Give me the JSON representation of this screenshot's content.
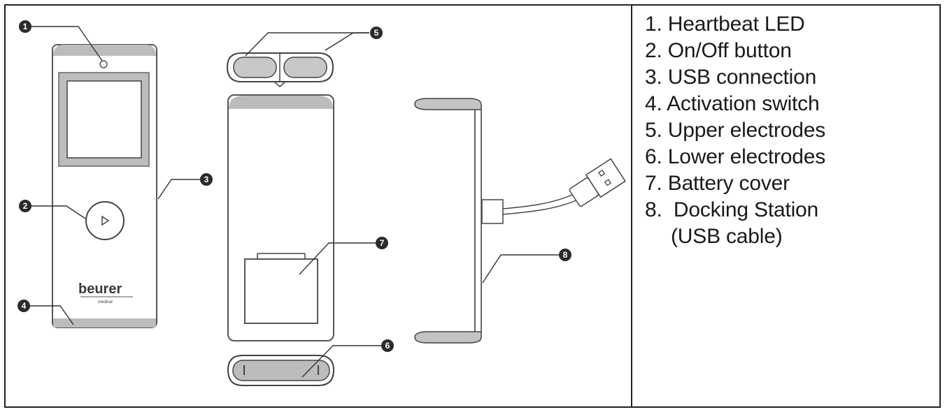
{
  "diagram": {
    "brand": {
      "name": "beurer",
      "subtext": "medical"
    },
    "callouts": [
      "1",
      "2",
      "3",
      "4",
      "5",
      "6",
      "7",
      "8"
    ],
    "legend": [
      {
        "text": "1. Heartbeat LED"
      },
      {
        "text": "2. On/Off button"
      },
      {
        "text": "3. USB connection"
      },
      {
        "text": "4. Activation switch"
      },
      {
        "text": "5. Upper electrodes"
      },
      {
        "text": "6. Lower electrodes"
      },
      {
        "text": "7. Battery cover"
      },
      {
        "text": "8.  Docking Station"
      },
      {
        "text": "(USB cable)"
      }
    ]
  }
}
